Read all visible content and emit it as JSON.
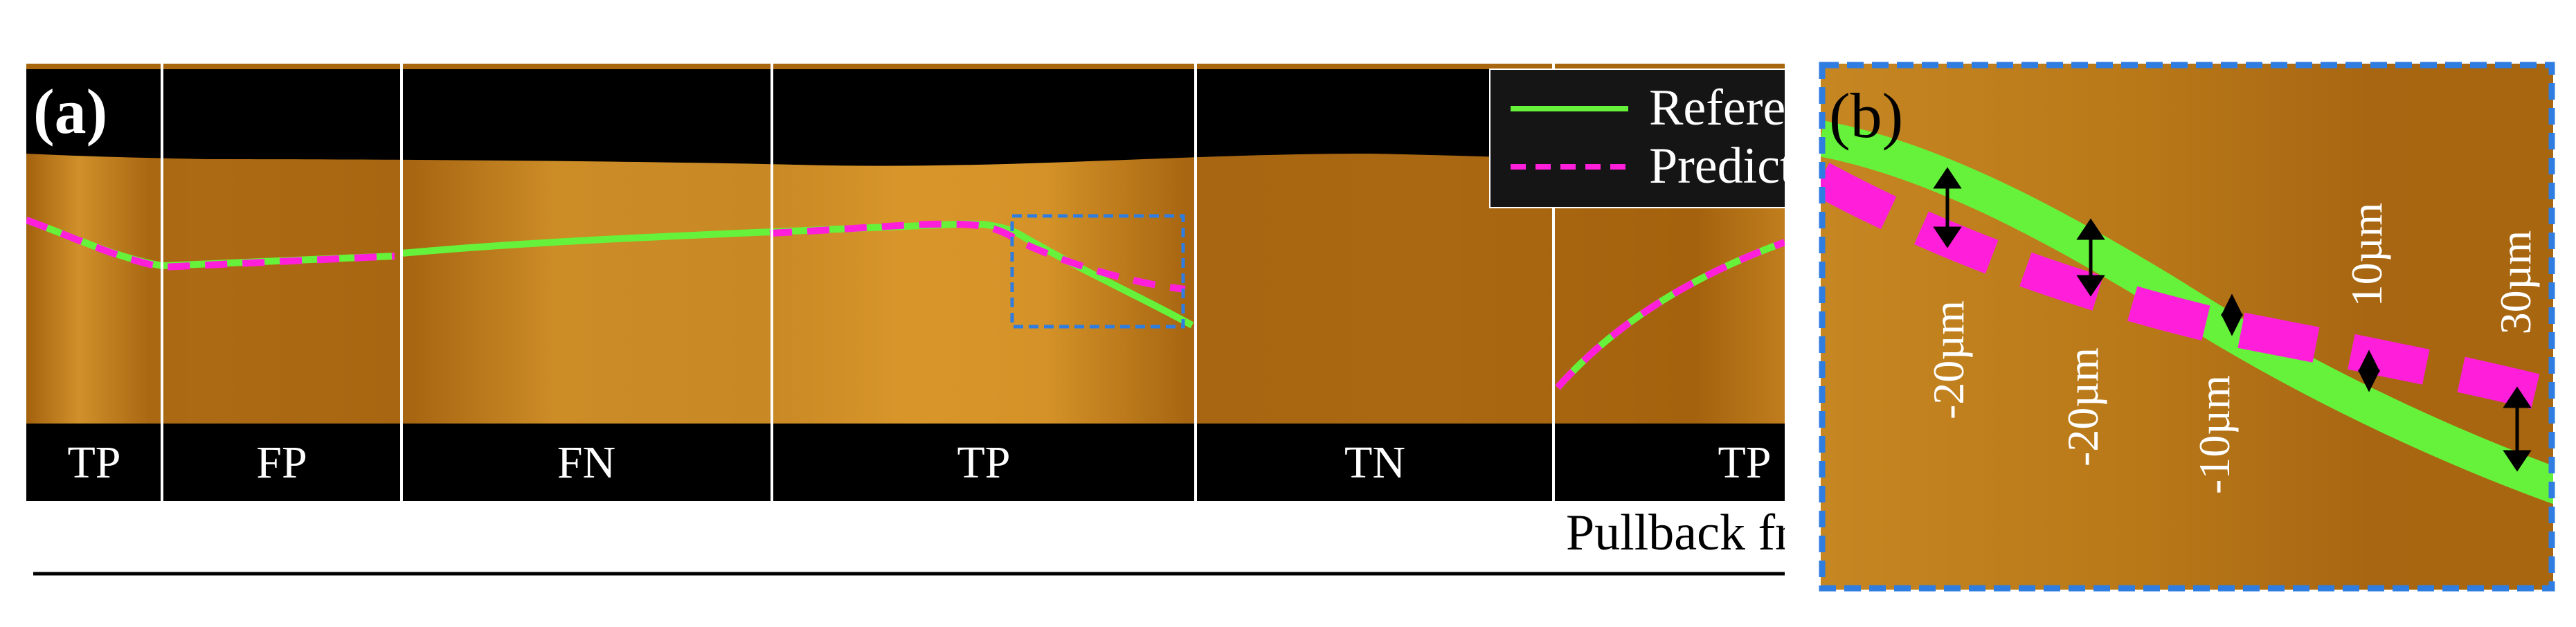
{
  "panel_a": {
    "label": "(a)",
    "segments": [
      "TP",
      "FP",
      "FN",
      "TP",
      "TN",
      "TP"
    ],
    "legend": {
      "reference": "Reference",
      "prediction": "Prediction"
    },
    "axis_caption": "Pullback frame"
  },
  "panel_b": {
    "label": "(b)",
    "distances": [
      "-20µm",
      "-20µm",
      "-10µm",
      "10µm",
      "30µm"
    ]
  },
  "colors": {
    "tissue_light": "#D8962A",
    "tissue_dark": "#A4620E",
    "lumen": "#000000",
    "reference": "#66F23A",
    "prediction": "#FF1FDB",
    "zoom_box": "#2F7DE1",
    "divider": "#ffffff"
  }
}
